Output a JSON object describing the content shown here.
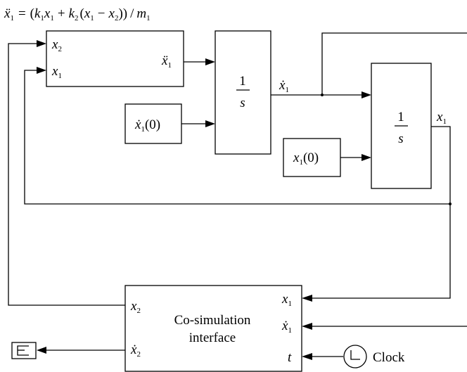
{
  "equation": {
    "lhs": "ẍ",
    "lhs_sub": "1",
    "eq": "=",
    "open": "(",
    "k1": "k",
    "k1_sub": "1",
    "x1a": "x",
    "x1a_sub": "1",
    "plus": "+",
    "k2": "k",
    "k2_sub": "2",
    "open2": "(",
    "x1b": "x",
    "x1b_sub": "1",
    "minus": "−",
    "x2": "x",
    "x2_sub": "2",
    "close": "))",
    "slash": "/",
    "m": "m",
    "m_sub": "1"
  },
  "accel_block": {
    "in_x2": "x",
    "in_x2_sub": "2",
    "in_x1": "x",
    "in_x1_sub": "1",
    "out": "ẍ",
    "out_sub": "1"
  },
  "integrator1": {
    "num": "1",
    "den": "s",
    "out": "ẋ",
    "out_sub": "1"
  },
  "integrator2": {
    "num": "1",
    "den": "s",
    "out": "x",
    "out_sub": "1"
  },
  "init_velocity": {
    "main": "ẋ",
    "sub": "1",
    "arg": "(0)"
  },
  "init_position": {
    "main": "x",
    "sub": "1",
    "arg": "(0)"
  },
  "cosim_block": {
    "line1": "Co-simulation",
    "line2": "interface",
    "in_x1": "x",
    "in_x1_sub": "1",
    "in_xd1": "ẋ",
    "in_xd1_sub": "1",
    "in_t": "t",
    "out_x2": "x",
    "out_x2_sub": "2",
    "out_xd2": "ẋ",
    "out_xd2_sub": "2"
  },
  "clock": {
    "label": "Clock"
  }
}
